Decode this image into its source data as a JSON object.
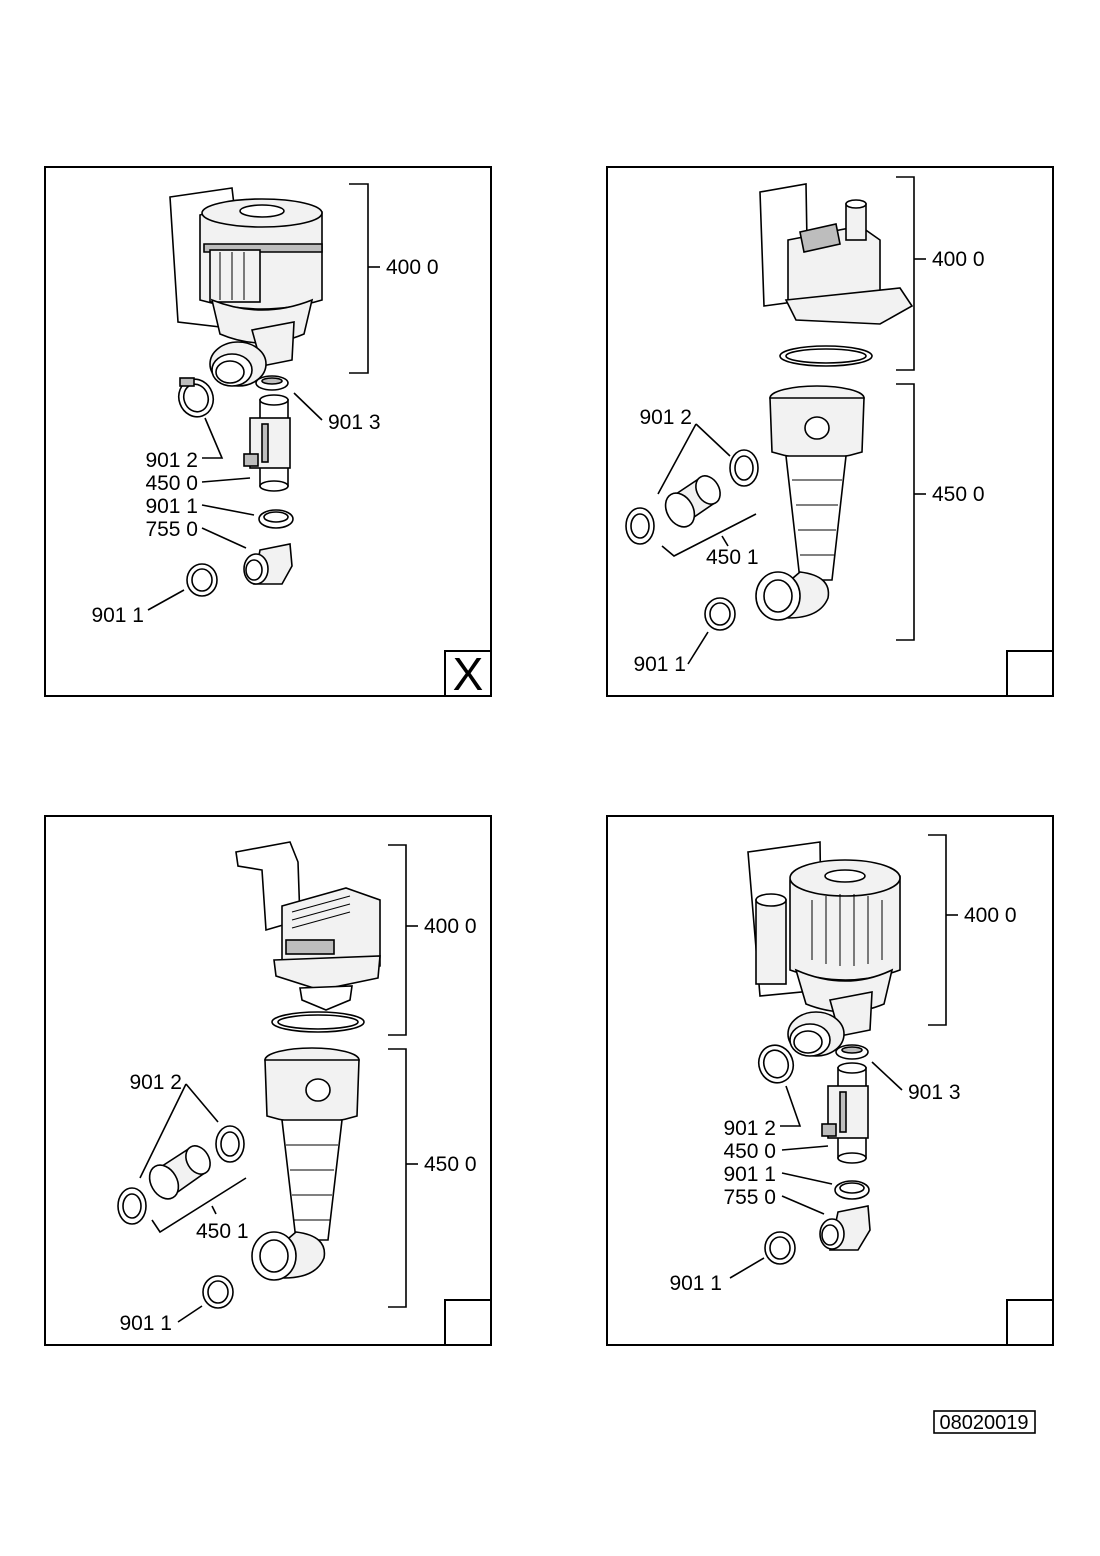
{
  "panels": [
    {
      "id": "top-left",
      "selected_mark": "X",
      "labels": {
        "l4000": "400 0",
        "l9013": "901 3",
        "l9012": "901 2",
        "l4500": "450 0",
        "l9011a": "901 1",
        "l7550": "755 0",
        "l9011b": "901 1"
      }
    },
    {
      "id": "top-right",
      "selected_mark": "",
      "labels": {
        "l4000": "400 0",
        "l9012": "901 2",
        "l4500": "450 0",
        "l4501": "450 1",
        "l9011": "901 1"
      }
    },
    {
      "id": "bottom-left",
      "selected_mark": "",
      "labels": {
        "l4000": "400 0",
        "l9012": "901 2",
        "l4500": "450 0",
        "l4501": "450 1",
        "l9011": "901 1"
      }
    },
    {
      "id": "bottom-right",
      "selected_mark": "",
      "labels": {
        "l4000": "400 0",
        "l9013": "901 3",
        "l9012": "901 2",
        "l4500": "450 0",
        "l9011a": "901 1",
        "l7550": "755 0",
        "l9011b": "901 1"
      }
    }
  ],
  "drawing_number": "08020019"
}
